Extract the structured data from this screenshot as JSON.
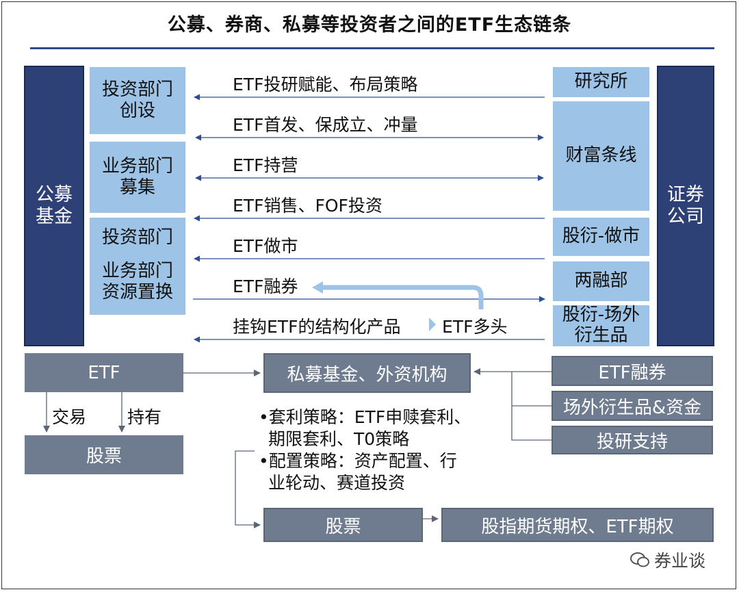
{
  "title": "公募、券商、私募等投资者之间的ETF生态链条",
  "left_entity": [
    "公募",
    "基金"
  ],
  "right_entity": [
    "证券",
    "公司"
  ],
  "fund_depts": {
    "d1": [
      "投资部门",
      "创设"
    ],
    "d2": [
      "业务部门",
      "募集"
    ],
    "d3": "投资部门",
    "d4": [
      "业务部门",
      "资源置换"
    ]
  },
  "broker_depts": {
    "research": "研究所",
    "wealth": "财富条线",
    "mm": "股衍-做市",
    "margin": "两融部",
    "otc": [
      "股衍-场外",
      "衍生品"
    ]
  },
  "flows": {
    "f1": "ETF投研赋能、布局策略",
    "f2": "ETF首发、保成立、冲量",
    "f3": "ETF持营",
    "f4": "ETF销售、FOF投资",
    "f5": "ETF做市",
    "f6": "ETF融券",
    "f7a": "挂钩ETF的结构化产品",
    "f7b": "ETF多头"
  },
  "bottom": {
    "etf": "ETF",
    "trade": "交易",
    "hold": "持有",
    "stock_left": "股票",
    "private": "私募基金、外资机构",
    "etf_lending": "ETF融券",
    "otc_funds": "场外衍生品&资金",
    "research_support": "投研支持",
    "strategies": [
      "•套利策略：ETF申赎套利、",
      "  期限套利、T0策略",
      "•配置策略：资产配置、行",
      "  业轮动、赛道投资"
    ],
    "stock_mid": "股票",
    "derivatives": "股指期货期权、ETF期权"
  },
  "watermark": "券业谈",
  "colors": {
    "navy": "#2e4177",
    "light_blue": "#9dc3e6",
    "slate": "#6f7b8f",
    "arrow": "#2e4f8f",
    "hook": "#9dc3e6"
  }
}
